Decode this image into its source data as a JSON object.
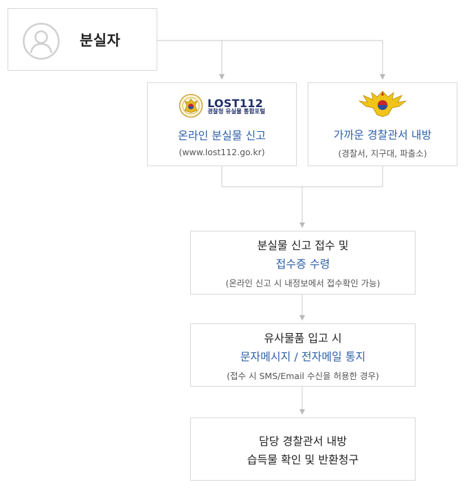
{
  "person": {
    "label": "분실자",
    "icon": "user-icon"
  },
  "channels": [
    {
      "logo_title": "LOST112",
      "logo_sub": "경찰청 유실물 통합포털",
      "title": "온라인 분실물 신고",
      "sub": "(www.lost112.go.kr)"
    },
    {
      "title": "가까운 경찰관서 내방",
      "sub": "(경찰서, 지구대, 파출소)"
    }
  ],
  "steps": [
    {
      "line1": "분실물 신고 접수 및",
      "line2": "접수증 수령",
      "line3": "(온라인 신고 시 내정보에서 접수확인 가능)"
    },
    {
      "line1": "유사물품 입고 시",
      "line2": "문자메시지 / 전자메일 통지",
      "line3": "(접수 시 SMS/Email 수신을 허용한 경우)"
    },
    {
      "line1": "담당 경찰관서 내방",
      "line2": "습득물 확인 및 반환청구"
    }
  ],
  "colors": {
    "accent_blue": "#2d5fa8",
    "border": "#d7d7d7",
    "connector": "#c8c8c8",
    "logo_navy": "#1f2f66",
    "emblem_gold": "#e3b71f"
  }
}
